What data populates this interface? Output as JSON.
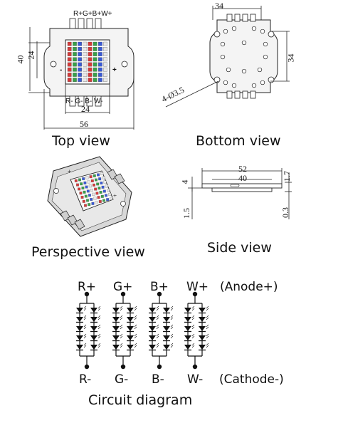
{
  "top_view": {
    "caption": "Top view",
    "pins_top": "R+G+B+W+",
    "pins_bottom": "R- G- B- W-",
    "dim_width_outer": "56",
    "dim_width_inner": "24",
    "dim_height_outer": "40",
    "dim_height_inner": "24",
    "minus_mark": "-",
    "plus_mark": "+"
  },
  "bottom_view": {
    "caption": "Bottom view",
    "dim_width": "34",
    "dim_height": "34",
    "hole_callout": "4-Ø3.5"
  },
  "perspective_view": {
    "caption": "Perspective view"
  },
  "side_view": {
    "caption": "Side view",
    "dim_52": "52",
    "dim_40": "40",
    "dim_4": "4",
    "dim_1_7": "1.7",
    "dim_1_5": "1.5",
    "dim_0_3": "0.3"
  },
  "circuit": {
    "caption": "Circuit diagram",
    "anode_labels": [
      "R+",
      "G+",
      "B+",
      "W+"
    ],
    "cathode_labels": [
      "R-",
      "G-",
      "B-",
      "W-"
    ],
    "anode_note": "(Anode+)",
    "cathode_note": "(Cathode-)"
  },
  "colors": {
    "led_red": "#d43a3a",
    "led_green": "#3aa04a",
    "led_blue": "#3a5ad4",
    "led_white": "#e8e8e8",
    "outline": "#222222"
  }
}
